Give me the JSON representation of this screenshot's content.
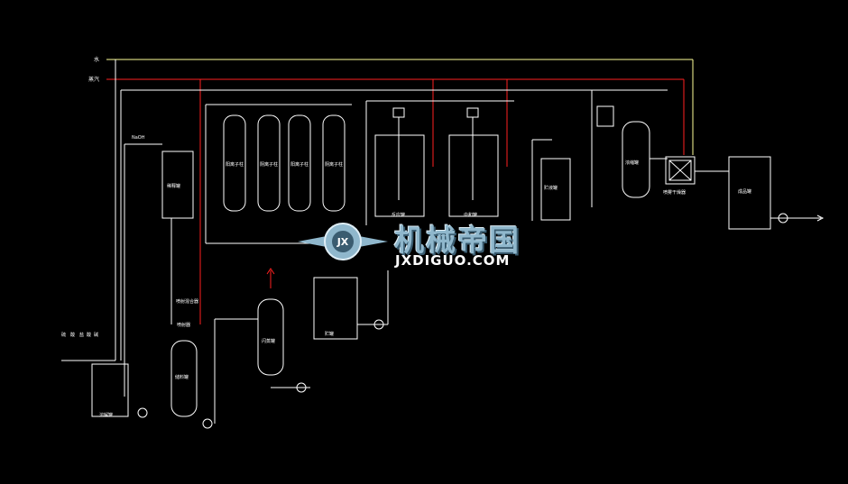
{
  "diagram": {
    "inputs": {
      "top": "水",
      "second": "蒸汽"
    },
    "labels": {
      "left_box": "稀释罐",
      "vessel_1": "阳离子柱",
      "vessel_2": "阴离子柱",
      "vessel_3": "阳离子柱",
      "vessel_4": "阴离子柱",
      "reactor_1": "反应罐",
      "reactor_2": "中和罐",
      "mid_tank": "贮液罐",
      "concentrator": "浓缩罐",
      "dryer": "喷雾干燥器",
      "product_tank": "成品罐",
      "left_vessel_label": "喷射器",
      "left_pipe_label": "喷射混合器",
      "bottom_vessel_1": "储料罐",
      "bottom_vessel_2": "闪蒸罐",
      "bottom_tank_mid": "贮罐",
      "dissolve_tank": "溶解罐",
      "small_label": "NaOH"
    },
    "feed_labels": [
      "硫",
      "酸",
      "盐",
      "酸",
      "碱"
    ]
  },
  "watermark": {
    "cn": "机械帝国",
    "en": "JXDIGUO.COM",
    "badge": "JX"
  },
  "colors": {
    "pipe": "#ffffff",
    "steam": "#ff2020",
    "water": "#ffff99",
    "equipment": "#ffffff",
    "watermark": "#8fb7cc"
  }
}
